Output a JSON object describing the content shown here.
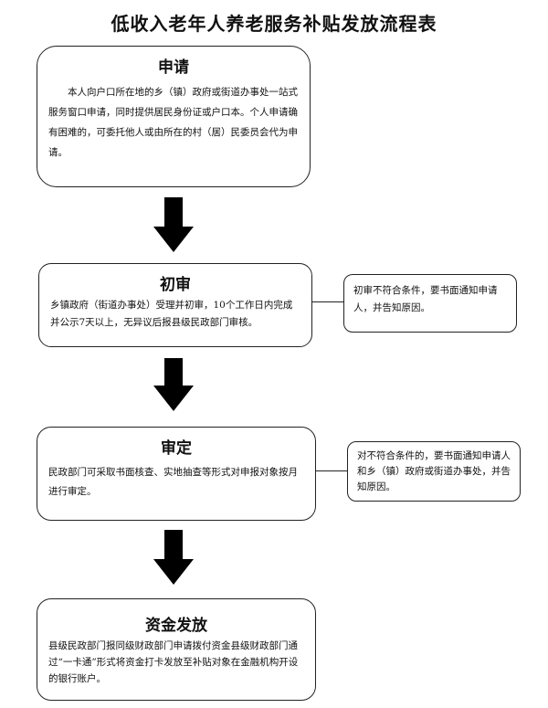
{
  "title": "低收入老年人养老服务补贴发放流程表",
  "steps": [
    {
      "title": "申请",
      "body": "本人向户口所在地的乡（镇）政府或街道办事处一站式服务窗口申请，同时提供居民身份证或户口本。个人申请确有困难的，可委托他人或由所在的村（居）民委员会代为申请。"
    },
    {
      "title": "初审",
      "body": "乡镇政府（街道办事处）受理并初审，10个工作日内完成并公示7天以上，无异议后报县级民政部门审核。"
    },
    {
      "title": "审定",
      "body": "民政部门可采取书面核查、实地抽查等形式对申报对象按月进行审定。"
    },
    {
      "title": "资金发放",
      "body": "县级民政部门报同级财政部门申请拨付资金县级财政部门通过“一卡通”形式将资金打卡发放至补贴对象在金融机构开设的银行账户。"
    }
  ],
  "side_notes": [
    "初审不符合条件，要书面通知申请人，并告知原因。",
    "对不符合条件的，要书面通知申请人和乡（镇）政府或街道办事处，并告知原因。"
  ]
}
